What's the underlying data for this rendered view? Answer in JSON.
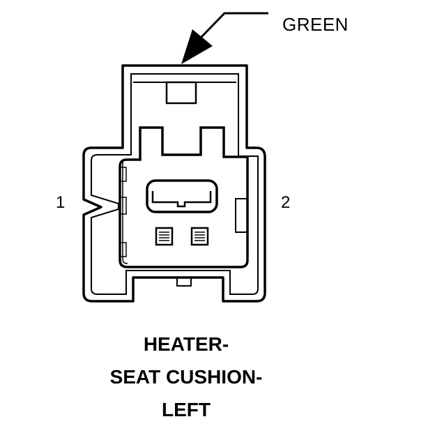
{
  "callout": {
    "color_label": "GREEN"
  },
  "pins": {
    "left": "1",
    "right": "2"
  },
  "title_lines": [
    "HEATER-",
    "SEAT CUSHION-",
    "LEFT"
  ]
}
